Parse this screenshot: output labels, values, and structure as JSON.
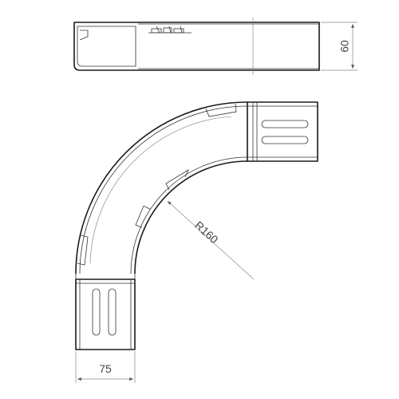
{
  "dimensions": {
    "height": "60",
    "radius": "R160",
    "width": "75"
  },
  "colors": {
    "line": "#1a1a1a",
    "dimension": "#888888",
    "background": "#ffffff"
  }
}
